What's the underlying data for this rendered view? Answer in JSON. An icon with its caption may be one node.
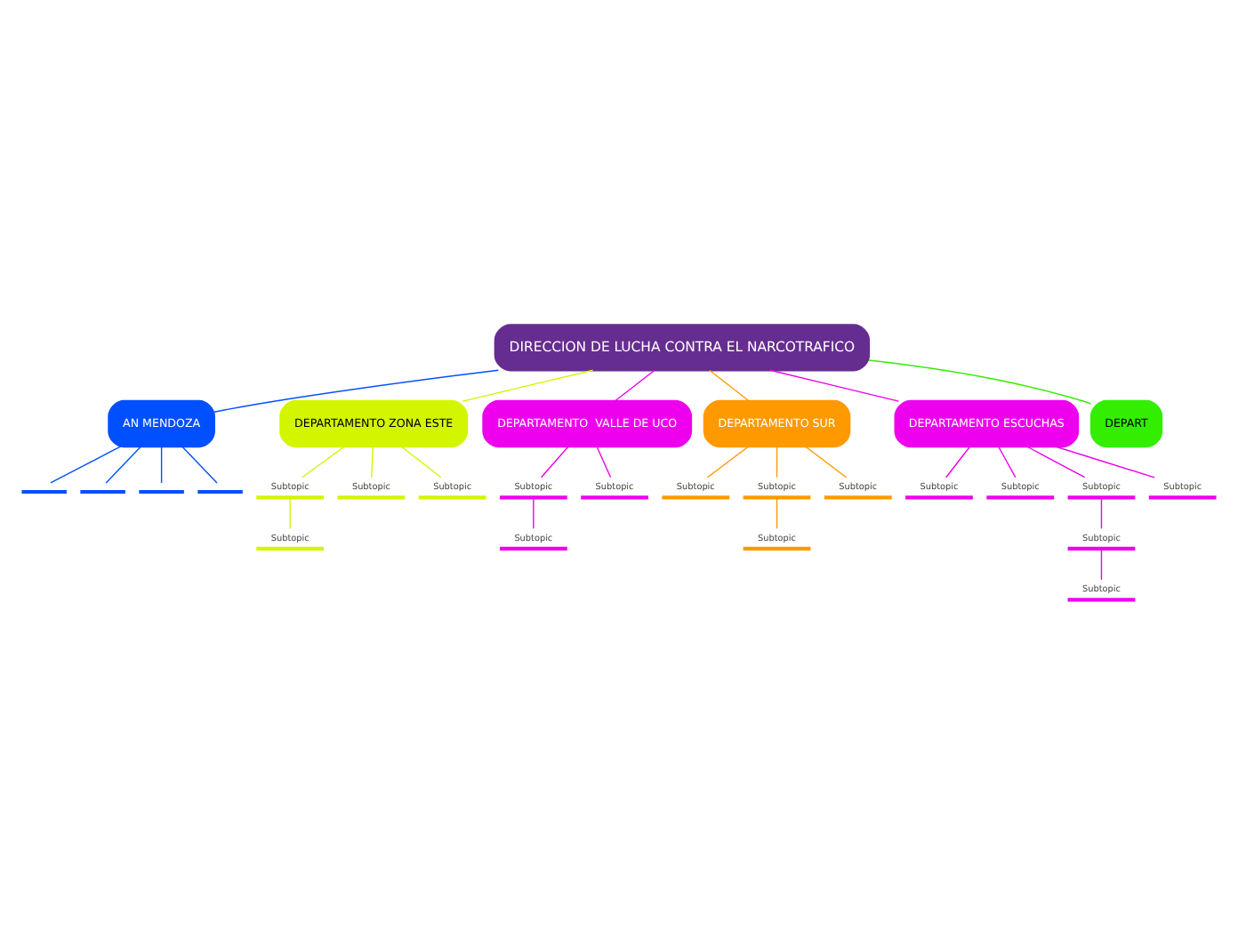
{
  "diagram": {
    "nodes": [
      {
        "text": [
          "DIRECCION DE LUCHA CONTRA EL NARCOTRAFICO"
        ]
      },
      {
        "text": [
          "AN MENDOZA"
        ]
      },
      {
        "text": [],
        "shape": "bar"
      },
      {
        "text": [],
        "shape": "bar"
      },
      {
        "text": [],
        "shape": "bar"
      },
      {
        "text": [],
        "shape": "bar"
      },
      {
        "text": [
          "DEPARTAMENTO ZONA ESTE"
        ]
      },
      {
        "text": [
          "Subtopic"
        ]
      },
      {
        "text": [
          "Subtopic"
        ]
      },
      {
        "text": [
          "Subtopic"
        ]
      },
      {
        "text": [
          "Subtopic"
        ]
      },
      {
        "text": [
          "DEPARTAMENTO  VALLE DE UCO"
        ]
      },
      {
        "text": [
          "Subtopic"
        ]
      },
      {
        "text": [
          "Subtopic"
        ]
      },
      {
        "text": [
          "Subtopic"
        ]
      },
      {
        "text": [
          "DEPARTAMENTO SUR"
        ]
      },
      {
        "text": [
          "Subtopic"
        ]
      },
      {
        "text": [
          "Subtopic"
        ]
      },
      {
        "text": [
          "Subtopic"
        ]
      },
      {
        "text": [
          "Subtopic"
        ]
      },
      {
        "text": [
          "DEPARTAMENTO ESCUCHAS"
        ]
      },
      {
        "text": [
          "Subtopic"
        ]
      },
      {
        "text": [
          "Subtopic"
        ]
      },
      {
        "text": [
          "Subtopic"
        ]
      },
      {
        "text": [
          "Subtopic"
        ]
      },
      {
        "text": [
          "Subtopic"
        ]
      },
      {
        "text": [
          "Subtopic"
        ]
      },
      {
        "text": [
          "DEPART"
        ]
      }
    ],
    "edges": [
      {
        "from": 0,
        "to": 1,
        "arrow": "none",
        "color": "#0050ff"
      },
      {
        "from": 1,
        "to": 2,
        "arrow": "none",
        "color": "#0050ff"
      },
      {
        "from": 1,
        "to": 3,
        "arrow": "none",
        "color": "#0050ff"
      },
      {
        "from": 1,
        "to": 4,
        "arrow": "none",
        "color": "#0050ff"
      },
      {
        "from": 1,
        "to": 5,
        "arrow": "none",
        "color": "#0050ff"
      },
      {
        "from": 0,
        "to": 6,
        "arrow": "none",
        "color": "#d4f500"
      },
      {
        "from": 6,
        "to": 7,
        "arrow": "none",
        "color": "#d4f500"
      },
      {
        "from": 7,
        "to": 8,
        "arrow": "none",
        "color": "#d4f500"
      },
      {
        "from": 6,
        "to": 9,
        "arrow": "none",
        "color": "#d4f500"
      },
      {
        "from": 6,
        "to": 10,
        "arrow": "none",
        "color": "#d4f500"
      },
      {
        "from": 0,
        "to": 11,
        "arrow": "none"
      },
      {
        "from": 11,
        "to": 12,
        "arrow": "none"
      },
      {
        "from": 12,
        "to": 13,
        "arrow": "none"
      },
      {
        "from": 11,
        "to": 14,
        "arrow": "none"
      },
      {
        "from": 0,
        "to": 15,
        "arrow": "none",
        "color": "#ff9900"
      },
      {
        "from": 15,
        "to": 16,
        "arrow": "none",
        "color": "#ff9900"
      },
      {
        "from": 15,
        "to": 17,
        "arrow": "none",
        "color": "#ff9900"
      },
      {
        "from": 17,
        "to": 18,
        "arrow": "none",
        "color": "#ff9900"
      },
      {
        "from": 15,
        "to": 19,
        "arrow": "none",
        "color": "#ff9900"
      },
      {
        "from": 0,
        "to": 20,
        "arrow": "none"
      },
      {
        "from": 20,
        "to": 21,
        "arrow": "none"
      },
      {
        "from": 20,
        "to": 22,
        "arrow": "none"
      },
      {
        "from": 20,
        "to": 23,
        "arrow": "none"
      },
      {
        "from": 23,
        "to": 24,
        "arrow": "none"
      },
      {
        "from": 24,
        "to": 25,
        "arrow": "none"
      },
      {
        "from": 20,
        "to": 26,
        "arrow": "none"
      },
      {
        "from": 0,
        "to": 27,
        "arrow": "none",
        "color": "#33ee00"
      }
    ]
  }
}
